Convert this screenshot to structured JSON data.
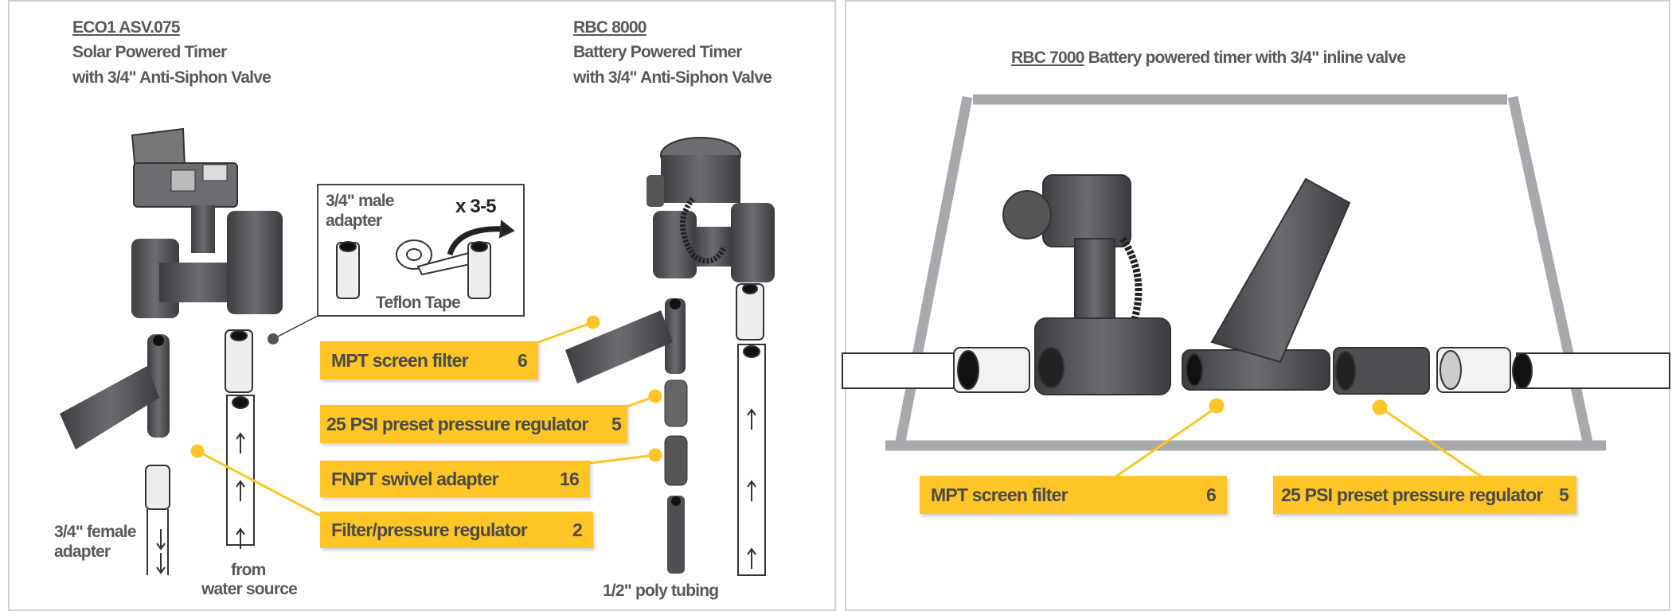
{
  "left_panel": {
    "eco": {
      "model": "ECO1 ASV.075",
      "line1": "Solar Powered Timer",
      "line2": "with 3/4\" Anti-Siphon Valve"
    },
    "rbc8000": {
      "model": "RBC 8000",
      "line1": "Battery Powered Timer",
      "line2": "with 3/4\" Anti-Siphon Valve"
    },
    "teflon_box": {
      "adapter_line1": "3/4\" male",
      "adapter_line2": "adapter",
      "wraps": "x 3-5",
      "tape": "Teflon Tape"
    },
    "female_adapter_line1": "3/4\" female",
    "female_adapter_line2": "adapter",
    "from_line1": "from",
    "from_line2": "water source",
    "poly_tubing": "1/2\" poly tubing",
    "callouts": [
      {
        "name": "MPT screen filter",
        "qty": "6"
      },
      {
        "name": "25 PSI preset pressure regulator",
        "qty": "5"
      },
      {
        "name": "FNPT swivel adapter",
        "qty": "16"
      },
      {
        "name": "Filter/pressure regulator",
        "qty": "2"
      }
    ]
  },
  "right_panel": {
    "model": "RBC 7000",
    "title": "Battery powered timer with 3/4\" inline valve",
    "callouts": [
      {
        "name": "MPT screen filter",
        "qty": "6"
      },
      {
        "name": "25 PSI preset pressure regulator",
        "qty": "5"
      }
    ]
  },
  "colors": {
    "callout": "#fdc526",
    "device": "#4d4f52",
    "frame": "#a7a9ac",
    "text": "#595959"
  }
}
